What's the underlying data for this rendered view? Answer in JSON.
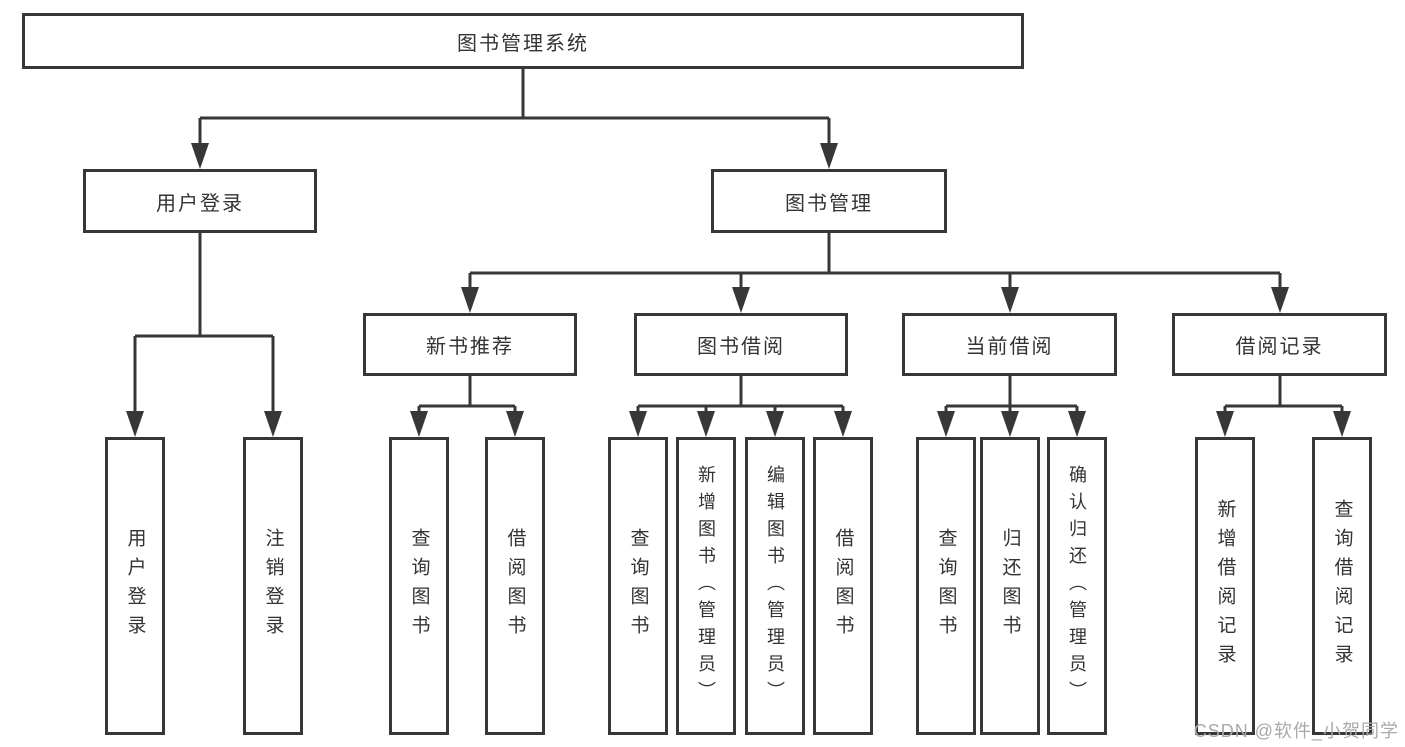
{
  "tree": {
    "root": {
      "label": "图书管理系统"
    },
    "user_login": {
      "label": "用户登录",
      "leaves": [
        "用户登录",
        "注销登录"
      ]
    },
    "book_management": {
      "label": "图书管理",
      "groups": [
        {
          "label": "新书推荐",
          "leaves": [
            "查询图书",
            "借阅图书"
          ]
        },
        {
          "label": "图书借阅",
          "leaves": [
            "查询图书",
            "新增图书（管理员）",
            "编辑图书（管理员）",
            "借阅图书"
          ]
        },
        {
          "label": "当前借阅",
          "leaves": [
            "查询图书",
            "归还图书",
            "确认归还（管理员）"
          ]
        },
        {
          "label": "借阅记录",
          "leaves": [
            "新增借阅记录",
            "查询借阅记录"
          ]
        }
      ]
    }
  },
  "watermark": {
    "text": "CSDN @软件_小贺同学"
  },
  "colors": {
    "line": "#373737",
    "box_border": "#373737",
    "text": "#333333",
    "watermark": "#a9a9a9",
    "background": "#ffffff"
  }
}
